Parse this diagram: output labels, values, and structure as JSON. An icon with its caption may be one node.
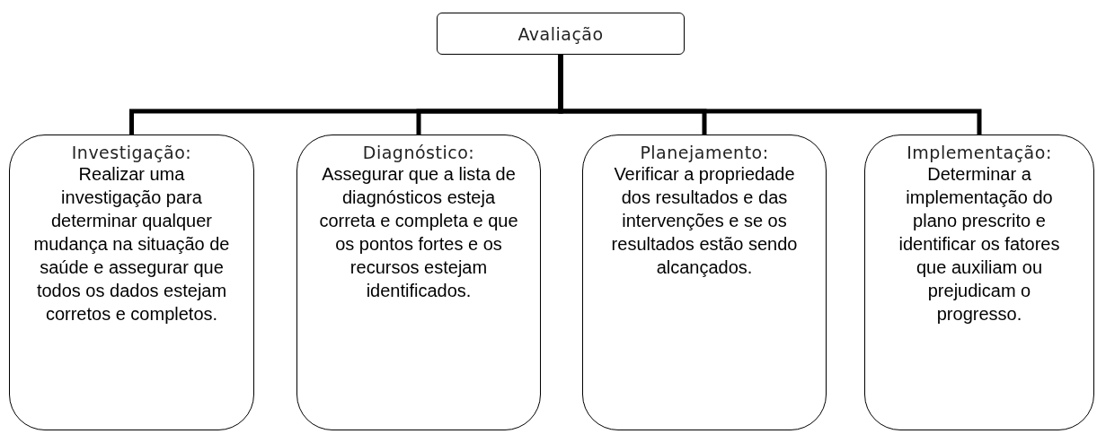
{
  "diagram": {
    "nodes": [
      {
        "text": [
          "Avaliação"
        ]
      },
      {
        "text": [
          "Investigação:",
          "Realizar uma investigação para determinar qualquer mudança na situação de saúde e assegurar que todos os dados estejam corretos e completos."
        ]
      },
      {
        "text": [
          "Diagnóstico:",
          "Assegurar que a lista de diagnósticos esteja correta e completa e que os pontos fortes e os recursos estejam identificados."
        ]
      },
      {
        "text": [
          "Planejamento:",
          "Verificar a propriedade dos resultados e das intervenções e se os resultados estão sendo alcançados."
        ]
      },
      {
        "text": [
          "Implementação:",
          "Determinar a implementação do plano prescrito e identificar os fatores que auxiliam ou prejudicam o progresso."
        ]
      }
    ],
    "edges": [
      {
        "from": 0,
        "to": 1,
        "arrow": "none"
      },
      {
        "from": 0,
        "to": 2,
        "arrow": "none"
      },
      {
        "from": 0,
        "to": 3,
        "arrow": "none"
      },
      {
        "from": 0,
        "to": 4,
        "arrow": "none"
      }
    ]
  }
}
